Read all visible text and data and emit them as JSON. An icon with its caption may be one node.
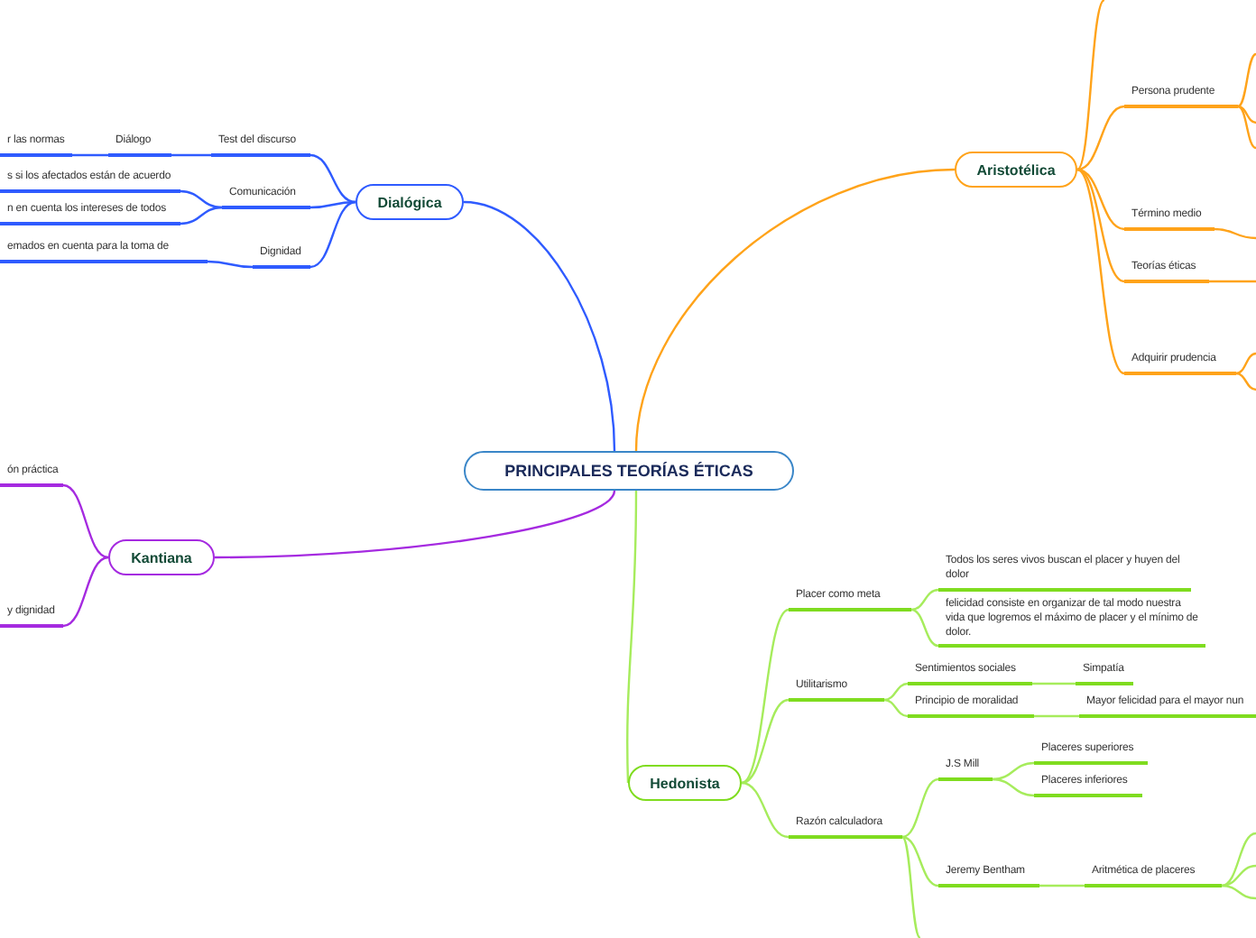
{
  "diagram": {
    "nodes": [
      {
        "text": [
          "PRINCIPALES TEORÍAS ÉTICAS"
        ]
      },
      {
        "text": [
          "Dialógica"
        ]
      },
      {
        "text": [
          "Test del discurso"
        ]
      },
      {
        "text": [
          "Diálogo"
        ]
      },
      {
        "text": [
          "r las normas"
        ]
      },
      {
        "text": [
          "Comunicación"
        ]
      },
      {
        "text": [
          "s si los afectados están de acuerdo"
        ]
      },
      {
        "text": [
          "n en cuenta los intereses de todos"
        ]
      },
      {
        "text": [
          "Dignidad"
        ]
      },
      {
        "text": [
          "emados en cuenta para la toma de"
        ]
      },
      {
        "text": [
          "Aristotélica"
        ]
      },
      {
        "text": [
          "Persona prudente"
        ]
      },
      {
        "text": [
          "Término medio"
        ]
      },
      {
        "text": [
          "Teorías éticas"
        ]
      },
      {
        "text": [
          "Adquirir prudencia"
        ]
      },
      {
        "text": [
          "Kantiana"
        ]
      },
      {
        "text": [
          "ón práctica"
        ]
      },
      {
        "text": [
          "y dignidad"
        ]
      },
      {
        "text": [
          "Hedonista"
        ]
      },
      {
        "text": [
          "Placer como meta"
        ]
      },
      {
        "text": [
          "Todos los seres vivos buscan el placer y huyen del dolor"
        ]
      },
      {
        "text": [
          "felicidad consiste en organizar de tal modo nuestra vida que logremos el máximo de placer y el mínimo de dolor."
        ]
      },
      {
        "text": [
          "Utilitarismo"
        ]
      },
      {
        "text": [
          "Sentimientos sociales"
        ]
      },
      {
        "text": [
          "Simpatía"
        ]
      },
      {
        "text": [
          "Principio de moralidad"
        ]
      },
      {
        "text": [
          "Mayor felicidad para el mayor nun"
        ]
      },
      {
        "text": [
          "Razón calculadora"
        ]
      },
      {
        "text": [
          "J.S Mill"
        ]
      },
      {
        "text": [
          "Placeres superiores"
        ]
      },
      {
        "text": [
          "Placeres inferiores"
        ]
      },
      {
        "text": [
          "Jeremy Bentham"
        ]
      },
      {
        "text": [
          "Aritmética de placeres"
        ]
      }
    ],
    "edges": [
      {
        "from": 0,
        "to": 1,
        "arrow": "none",
        "color": "#2f5bff"
      },
      {
        "from": 0,
        "to": 10,
        "arrow": "none",
        "color": "#ffa31a"
      },
      {
        "from": 0,
        "to": 15,
        "arrow": "none",
        "color": "#a52ae0"
      },
      {
        "from": 0,
        "to": 18,
        "arrow": "none"
      },
      {
        "from": 1,
        "to": 2,
        "arrow": "none",
        "color": "#2f5bff"
      },
      {
        "from": 2,
        "to": 3,
        "arrow": "none",
        "color": "#2f5bff"
      },
      {
        "from": 3,
        "to": 4,
        "arrow": "none",
        "color": "#2f5bff"
      },
      {
        "from": 1,
        "to": 5,
        "arrow": "none",
        "color": "#2f5bff"
      },
      {
        "from": 5,
        "to": 6,
        "arrow": "none",
        "color": "#2f5bff"
      },
      {
        "from": 5,
        "to": 7,
        "arrow": "none",
        "color": "#2f5bff"
      },
      {
        "from": 1,
        "to": 8,
        "arrow": "none",
        "color": "#2f5bff"
      },
      {
        "from": 8,
        "to": 9,
        "arrow": "none",
        "color": "#2f5bff"
      },
      {
        "from": 10,
        "to": null,
        "arrow": "none",
        "color": "#ffa31a"
      },
      {
        "from": 10,
        "to": 11,
        "arrow": "none",
        "color": "#ffa31a"
      },
      {
        "from": 10,
        "to": 12,
        "arrow": "none",
        "color": "#ffa31a"
      },
      {
        "from": 10,
        "to": 13,
        "arrow": "none",
        "color": "#ffa31a"
      },
      {
        "from": 10,
        "to": 14,
        "arrow": "none",
        "color": "#ffa31a"
      },
      {
        "from": 11,
        "to": null,
        "arrow": "none",
        "color": "#ffa31a"
      },
      {
        "from": 11,
        "to": null,
        "arrow": "none",
        "color": "#ffa31a"
      },
      {
        "from": 11,
        "to": null,
        "arrow": "none",
        "color": "#ffa31a"
      },
      {
        "from": 12,
        "to": null,
        "arrow": "none",
        "color": "#ffa31a"
      },
      {
        "from": 13,
        "to": null,
        "arrow": "none",
        "color": "#ffa31a"
      },
      {
        "from": 14,
        "to": null,
        "arrow": "none",
        "color": "#ffa31a"
      },
      {
        "from": 14,
        "to": null,
        "arrow": "none",
        "color": "#ffa31a"
      },
      {
        "from": 15,
        "to": 16,
        "arrow": "none",
        "color": "#a52ae0"
      },
      {
        "from": 15,
        "to": 17,
        "arrow": "none",
        "color": "#a52ae0"
      },
      {
        "from": 18,
        "to": 19,
        "arrow": "none"
      },
      {
        "from": 19,
        "to": 20,
        "arrow": "none"
      },
      {
        "from": 19,
        "to": 21,
        "arrow": "none"
      },
      {
        "from": 18,
        "to": 22,
        "arrow": "none"
      },
      {
        "from": 22,
        "to": 23,
        "arrow": "none"
      },
      {
        "from": 23,
        "to": 24,
        "arrow": "none"
      },
      {
        "from": 22,
        "to": 25,
        "arrow": "none"
      },
      {
        "from": 25,
        "to": 26,
        "arrow": "none"
      },
      {
        "from": 18,
        "to": 27,
        "arrow": "none"
      },
      {
        "from": 27,
        "to": 28,
        "arrow": "none"
      },
      {
        "from": 28,
        "to": 29,
        "arrow": "none"
      },
      {
        "from": 28,
        "to": 30,
        "arrow": "none"
      },
      {
        "from": 27,
        "to": 31,
        "arrow": "none"
      },
      {
        "from": 31,
        "to": 32,
        "arrow": "none"
      },
      {
        "from": 27,
        "to": null,
        "arrow": "none"
      },
      {
        "from": 32,
        "to": null,
        "arrow": "none"
      },
      {
        "from": 32,
        "to": null,
        "arrow": "none"
      },
      {
        "from": 32,
        "to": null,
        "arrow": "none"
      }
    ]
  }
}
